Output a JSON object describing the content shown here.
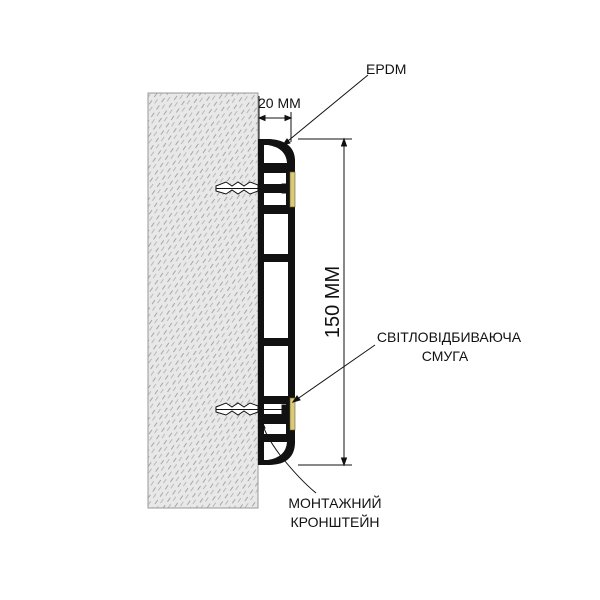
{
  "labels": {
    "epdm": "EPDM",
    "width_dim": "20 ММ",
    "height_dim": "150 ММ",
    "reflective_line1": "СВІТЛОВІДБИВАЮЧА",
    "reflective_line2": "СМУГА",
    "bracket_line1": "МОНТАЖНИЙ",
    "bracket_line2": "КРОНШТЕЙН"
  },
  "colors": {
    "wall_fill": "#e6e6e6",
    "wall_hatch": "#8a8a8a",
    "profile": "#111111",
    "reflective_strip": "#d9c97a",
    "line": "#111111"
  }
}
